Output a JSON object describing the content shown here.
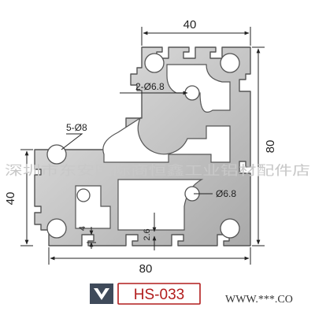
{
  "dimensions": {
    "top_width": "40",
    "right_height": "80",
    "bottom_width": "80",
    "left_height": "40",
    "hole_top": "2-Ø6.8",
    "hole_left": "5-Ø8",
    "hole_right": "Ø6.8",
    "wall_thickness": "2.6",
    "slot_depth": "4"
  },
  "watermark": "深圳市东安国际商恒鑫工业铝材配件店",
  "model_badge": "HS-033",
  "website": "WWW.***.CO",
  "colors": {
    "profile_fill": "#c9c9c9",
    "profile_stroke": "#555555",
    "badge_red": "#b21d1d",
    "logo_dark": "#3f4a5a"
  }
}
